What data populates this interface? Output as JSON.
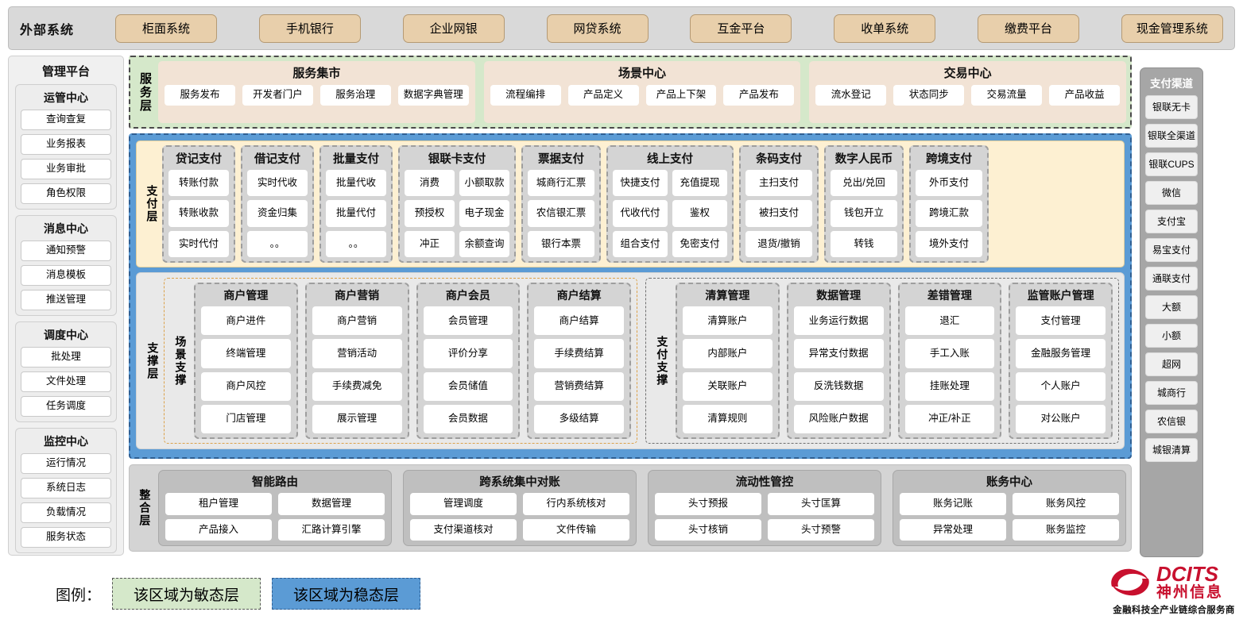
{
  "external": {
    "title": "外部系统",
    "items": [
      "柜面系统",
      "手机银行",
      "企业网银",
      "网贷系统",
      "互金平台",
      "收单系统",
      "缴费平台",
      "现金管理系统"
    ]
  },
  "management": {
    "title": "管理平台",
    "groups": [
      {
        "title": "运管中心",
        "items": [
          "查询查复",
          "业务报表",
          "业务审批",
          "角色权限"
        ]
      },
      {
        "title": "消息中心",
        "items": [
          "通知预警",
          "消息模板",
          "推送管理"
        ]
      },
      {
        "title": "调度中心",
        "items": [
          "批处理",
          "文件处理",
          "任务调度"
        ]
      },
      {
        "title": "监控中心",
        "items": [
          "运行情况",
          "系统日志",
          "负载情况",
          "服务状态"
        ]
      }
    ]
  },
  "channels": {
    "title": "支付渠道",
    "items": [
      "银联无卡",
      "银联全渠道",
      "银联CUPS",
      "微信",
      "支付宝",
      "易宝支付",
      "通联支付",
      "大额",
      "小额",
      "超网",
      "城商行",
      "农信银",
      "城银清算"
    ]
  },
  "service_layer": {
    "label": "服务层",
    "groups": [
      {
        "title": "服务集市",
        "items": [
          "服务发布",
          "开发者门户",
          "服务治理",
          "数据字典管理"
        ]
      },
      {
        "title": "场景中心",
        "items": [
          "流程编排",
          "产品定义",
          "产品上下架",
          "产品发布"
        ]
      },
      {
        "title": "交易中心",
        "items": [
          "流水登记",
          "状态同步",
          "交易流量",
          "产品收益"
        ]
      }
    ]
  },
  "payment_layer": {
    "label": "支付层",
    "groups": [
      {
        "title": "贷记支付",
        "cols": 1,
        "rows": [
          [
            "转账付款"
          ],
          [
            "转账收款"
          ],
          [
            "实时代付"
          ]
        ]
      },
      {
        "title": "借记支付",
        "cols": 1,
        "rows": [
          [
            "实时代收"
          ],
          [
            "资金归集"
          ],
          [
            "。。"
          ]
        ]
      },
      {
        "title": "批量支付",
        "cols": 1,
        "rows": [
          [
            "批量代收"
          ],
          [
            "批量代付"
          ],
          [
            "。。"
          ]
        ]
      },
      {
        "title": "银联卡支付",
        "cols": 2,
        "rows": [
          [
            "消费",
            "小额取款"
          ],
          [
            "预授权",
            "电子现金"
          ],
          [
            "冲正",
            "余额查询"
          ]
        ]
      },
      {
        "title": "票据支付",
        "cols": 1,
        "rows": [
          [
            "城商行汇票"
          ],
          [
            "农信银汇票"
          ],
          [
            "银行本票"
          ]
        ]
      },
      {
        "title": "线上支付",
        "cols": 2,
        "rows": [
          [
            "快捷支付",
            "充值提现"
          ],
          [
            "代收代付",
            "鉴权"
          ],
          [
            "组合支付",
            "免密支付"
          ]
        ]
      },
      {
        "title": "条码支付",
        "cols": 1,
        "rows": [
          [
            "主扫支付"
          ],
          [
            "被扫支付"
          ],
          [
            "退货/撤销"
          ]
        ]
      },
      {
        "title": "数字人民币",
        "cols": 1,
        "rows": [
          [
            "兑出/兑回"
          ],
          [
            "钱包开立"
          ],
          [
            "转钱"
          ]
        ]
      },
      {
        "title": "跨境支付",
        "cols": 1,
        "rows": [
          [
            "外币支付"
          ],
          [
            "跨境汇款"
          ],
          [
            "境外支付"
          ]
        ]
      }
    ]
  },
  "support_layer": {
    "label": "支撑层",
    "boxes": [
      {
        "label": "场景支撑",
        "groups": [
          {
            "title": "商户管理",
            "items": [
              "商户进件",
              "终端管理",
              "商户风控",
              "门店管理"
            ]
          },
          {
            "title": "商户营销",
            "items": [
              "商户营销",
              "营销活动",
              "手续费减免",
              "展示管理"
            ]
          },
          {
            "title": "商户会员",
            "items": [
              "会员管理",
              "评价分享",
              "会员储值",
              "会员数据"
            ]
          },
          {
            "title": "商户结算",
            "items": [
              "商户结算",
              "手续费结算",
              "营销费结算",
              "多级结算"
            ]
          }
        ]
      },
      {
        "label": "支付支撑",
        "groups": [
          {
            "title": "清算管理",
            "items": [
              "清算账户",
              "内部账户",
              "关联账户",
              "清算规则"
            ]
          },
          {
            "title": "数据管理",
            "items": [
              "业务运行数据",
              "异常支付数据",
              "反洗钱数据",
              "风险账户数据"
            ]
          },
          {
            "title": "差错管理",
            "items": [
              "退汇",
              "手工入账",
              "挂账处理",
              "冲正/补正"
            ]
          },
          {
            "title": "监管账户管理",
            "items": [
              "支付管理",
              "金融服务管理",
              "个人账户",
              "对公账户"
            ]
          }
        ]
      }
    ]
  },
  "integration_layer": {
    "label": "整合层",
    "groups": [
      {
        "title": "智能路由",
        "rows": [
          [
            "租户管理",
            "数据管理"
          ],
          [
            "产品接入",
            "汇路计算引擎"
          ]
        ]
      },
      {
        "title": "跨系统集中对账",
        "rows": [
          [
            "管理调度",
            "行内系统核对"
          ],
          [
            "支付渠道核对",
            "文件传输"
          ]
        ]
      },
      {
        "title": "流动性管控",
        "rows": [
          [
            "头寸预报",
            "头寸匡算"
          ],
          [
            "头寸核销",
            "头寸预警"
          ]
        ]
      },
      {
        "title": "账务中心",
        "rows": [
          [
            "账务记账",
            "账务风控"
          ],
          [
            "异常处理",
            "账务监控"
          ]
        ]
      }
    ]
  },
  "legend": {
    "label": "图例：",
    "agile": "该区域为敏态层",
    "stable": "该区域为稳态层",
    "agile_color": "#d5e8ca",
    "stable_color": "#5b9bd5"
  },
  "logo": {
    "en": "DCITS",
    "cn": "神州信息",
    "tagline": "金融科技全产业链综合服务商",
    "color": "#c8102e"
  }
}
